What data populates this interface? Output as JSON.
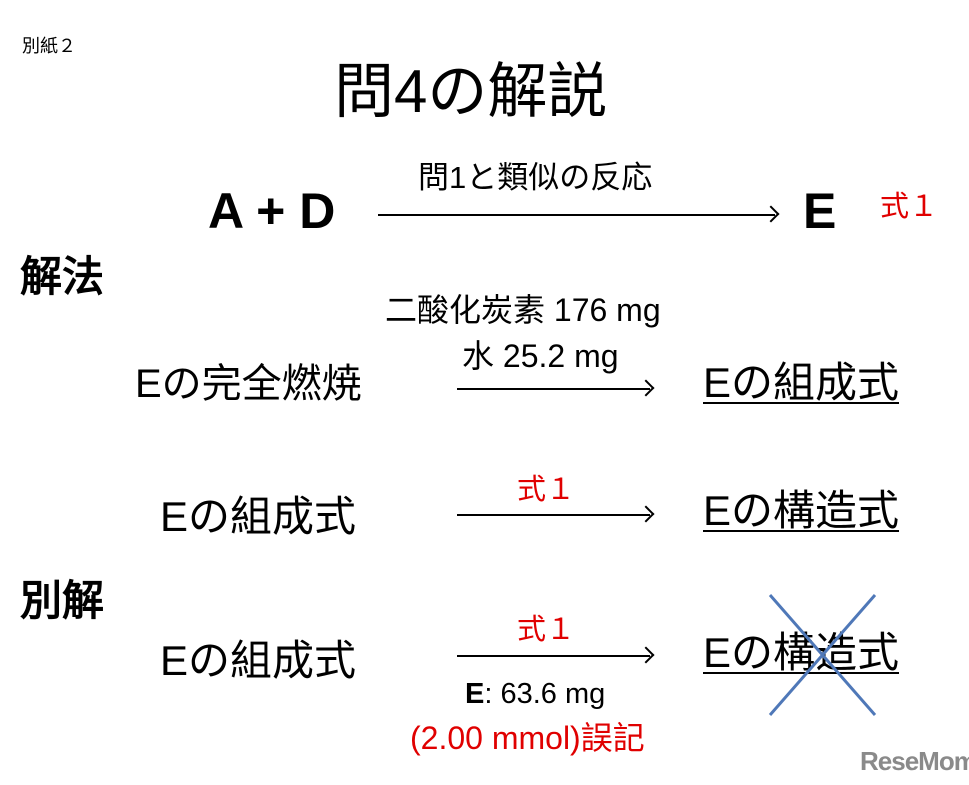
{
  "attachment_label": "別紙２",
  "title": "問4の解説",
  "reaction": {
    "left": "A + D",
    "arrow_label": "問1と類似の反応",
    "right": "E",
    "equation_label": "式１"
  },
  "method_heading": "解法",
  "step1": {
    "from": "Eの完全燃焼",
    "above_arrow_1": "二酸化炭素 176 mg",
    "above_arrow_2": "水 25.2 mg",
    "to": "Eの組成式"
  },
  "step2": {
    "from": "Eの組成式",
    "above_arrow": "式１",
    "to": "Eの構造式"
  },
  "alt_heading": "別解",
  "step3": {
    "from": "Eの組成式",
    "above_arrow": "式１",
    "below_arrow_label": "E",
    "below_arrow_value": ": 63.6 mg",
    "error_note": "(2.00 mmol)誤記",
    "to": "Eの構造式",
    "crossed_out": true
  },
  "logo": "ReseMom",
  "colors": {
    "accent_red": "#e00000",
    "cross": "#4f78b8"
  }
}
